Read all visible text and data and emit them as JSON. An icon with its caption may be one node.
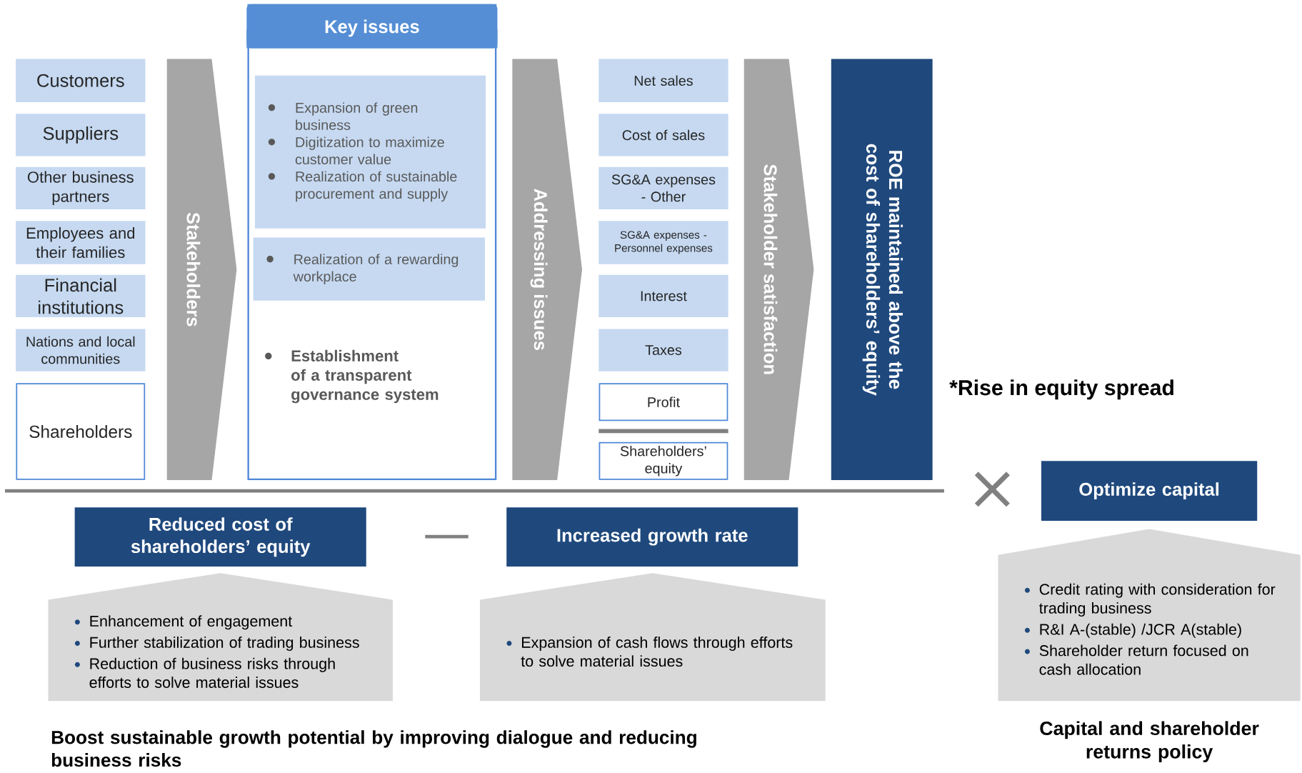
{
  "diagram": {
    "nodes": [
      {
        "text": [
          "Customers"
        ]
      },
      {
        "text": [
          "Suppliers"
        ]
      },
      {
        "text": [
          "Other business partners"
        ]
      },
      {
        "text": [
          "Employees and their families"
        ]
      },
      {
        "text": [
          "Financial institutions"
        ]
      },
      {
        "text": [
          "Nations and local communities"
        ]
      },
      {
        "text": [
          "Shareholders"
        ]
      },
      {
        "text": [
          "Stakeholders"
        ]
      },
      {
        "text": [
          "Key issues",
          "Establishment of a transparent governance system"
        ]
      },
      {
        "text": [
          "Expansion of green business",
          "Digitization to maximize customer value",
          "Realization of sustainable procurement and supply"
        ],
        "in": 8
      },
      {
        "text": [
          "Realization of a rewarding workplace"
        ],
        "in": 8
      },
      {
        "text": [
          "Addressing issues"
        ]
      },
      {
        "text": [
          "Net sales"
        ]
      },
      {
        "text": [
          "Cost of sales"
        ]
      },
      {
        "text": [
          "SG&A expenses - Other"
        ]
      },
      {
        "text": [
          "SG&A expenses - Personnel expenses"
        ]
      },
      {
        "text": [
          "Interest"
        ]
      },
      {
        "text": [
          "Taxes"
        ]
      },
      {
        "text": [
          "Profit"
        ]
      },
      {
        "text": [
          "Shareholders’ equity"
        ]
      },
      {
        "text": [
          "Stakeholder satisfaction"
        ]
      },
      {
        "text": [
          "ROE maintained above the cost of shareholders’ equity"
        ]
      },
      {
        "text": [
          "Reduced cost of shareholders’ equity"
        ]
      },
      {
        "text": [
          "Increased growth rate"
        ]
      },
      {
        "text": [
          "Enhancement of engagement",
          "Further stabilization of trading business",
          "Reduction of business risks through efforts to solve material issues"
        ]
      },
      {
        "text": [
          "Expansion of cash flows through efforts to solve material issues"
        ]
      },
      {
        "text": [
          "Optimize capital"
        ]
      },
      {
        "text": [
          "Credit rating with consideration for trading business",
          "R&I A-(stable) /JCR A(stable)",
          "Shareholder return focused on cash allocation"
        ]
      }
    ],
    "labels": [
      "*Rise in equity spread",
      "Boost sustainable growth potential by improving dialogue and reducing business risks",
      "Capital and shareholder returns policy"
    ]
  }
}
